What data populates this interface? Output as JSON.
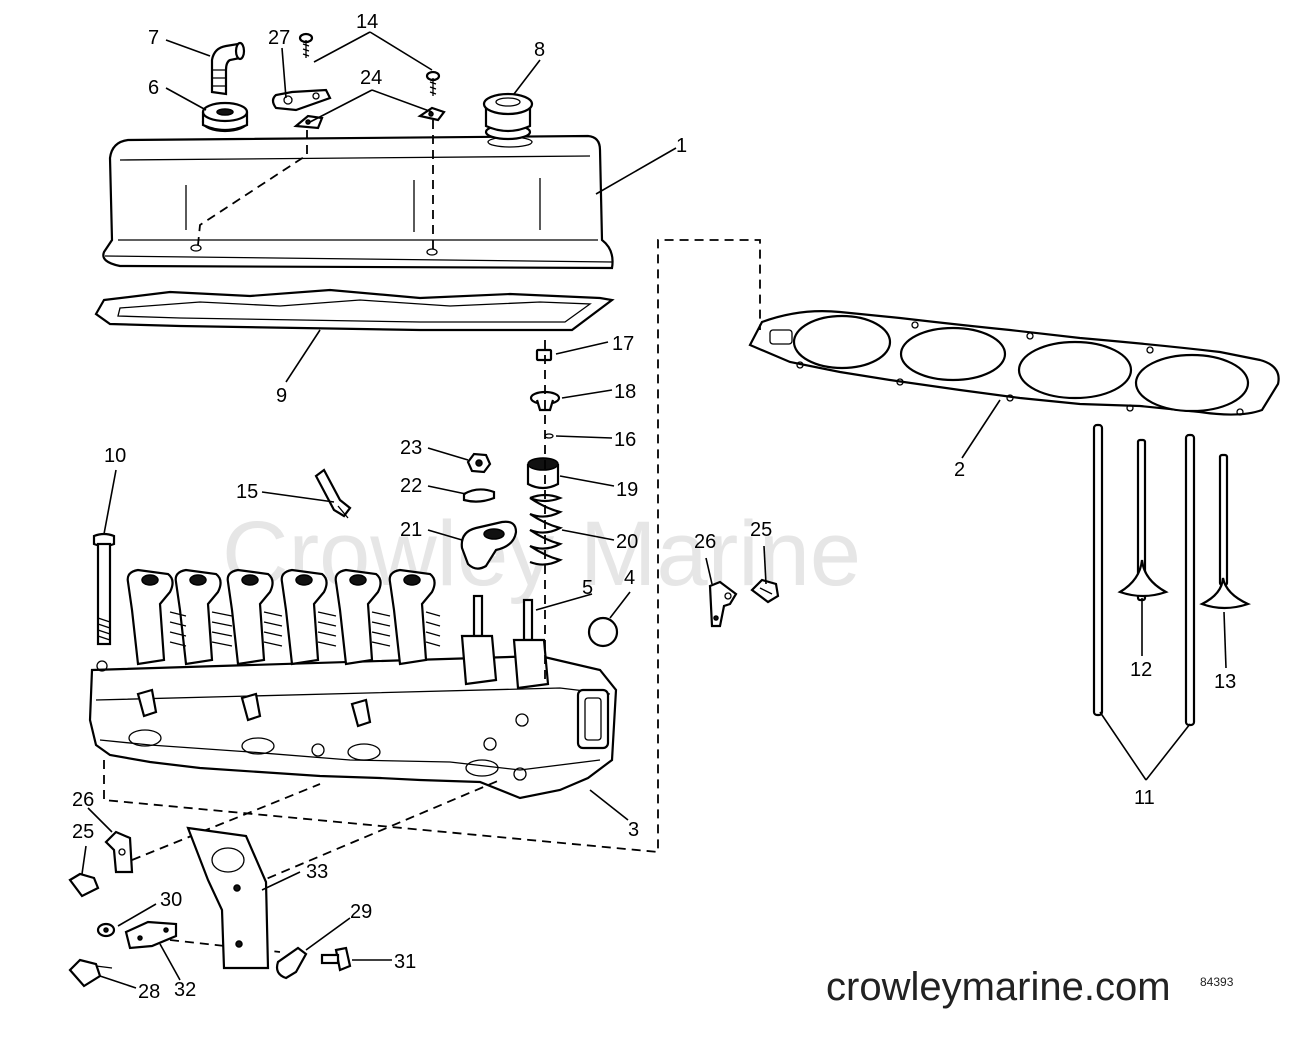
{
  "watermark": "Crowley Marine",
  "website": "crowleymarine.com",
  "drawing_code": "84393",
  "callouts": {
    "n1": "1",
    "n2": "2",
    "n3": "3",
    "n4": "4",
    "n5": "5",
    "n6": "6",
    "n7": "7",
    "n8": "8",
    "n9": "9",
    "n10": "10",
    "n11": "11",
    "n12": "12",
    "n13": "13",
    "n14": "14",
    "n15": "15",
    "n16": "16",
    "n17": "17",
    "n18": "18",
    "n19": "19",
    "n20": "20",
    "n21": "21",
    "n22": "22",
    "n23": "23",
    "n24": "24",
    "n25a": "25",
    "n25b": "25",
    "n26a": "26",
    "n26b": "26",
    "n27": "27",
    "n28": "28",
    "n29": "29",
    "n30": "30",
    "n31": "31",
    "n32": "32",
    "n33": "33"
  }
}
